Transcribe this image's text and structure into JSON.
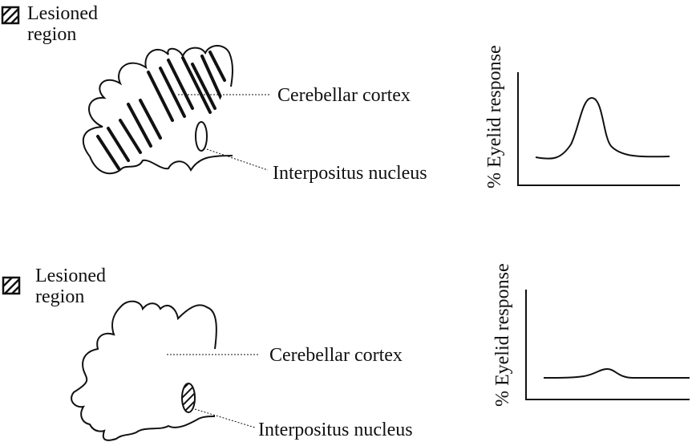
{
  "panels": [
    {
      "legend": {
        "line1": "Lesioned",
        "line2": "region",
        "icon": "hatched-square-icon"
      },
      "labels": {
        "cortex": "Cerebellar cortex",
        "nucleus": "Interpositus nucleus"
      },
      "graph": {
        "ylabel": "% Eyelid response"
      }
    },
    {
      "legend": {
        "line1": "Lesioned",
        "line2": "region",
        "icon": "hatched-square-icon"
      },
      "labels": {
        "cortex": "Cerebellar cortex",
        "nucleus": "Interpositus nucleus"
      },
      "graph": {
        "ylabel": "% Eyelid response"
      }
    }
  ],
  "colors": {
    "ink": "#111111",
    "background": "#ffffff"
  }
}
